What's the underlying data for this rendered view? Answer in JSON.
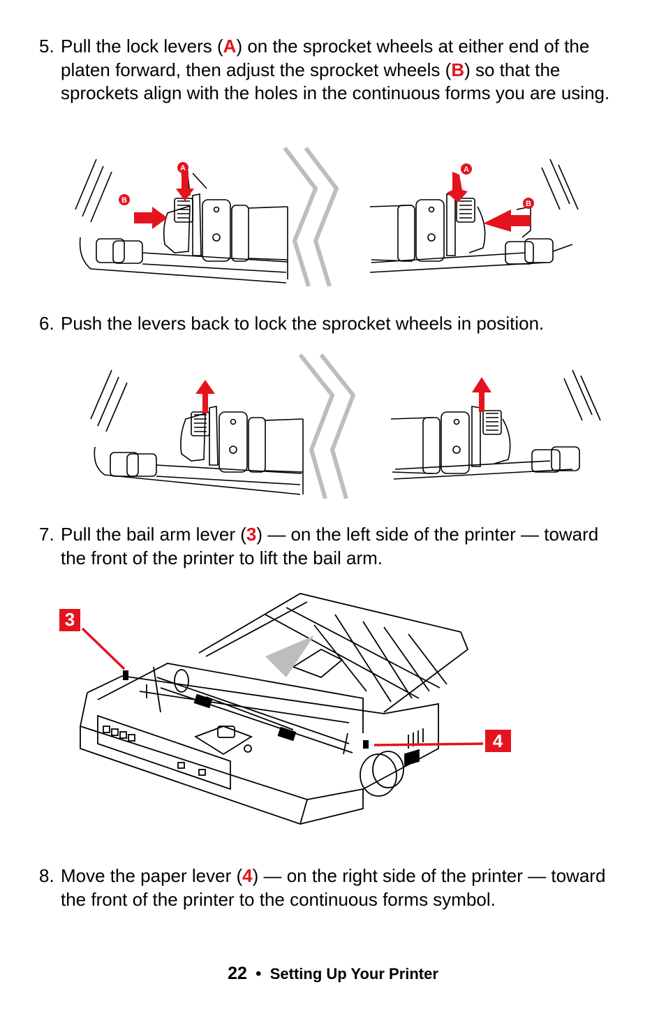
{
  "steps": [
    {
      "number": "5.",
      "parts": [
        "Pull the lock levers (",
        "A",
        ") on the sprocket wheels at either end of the platen forward, then adjust the sprocket wheels (",
        "B",
        ") so that the sprockets align with the holes in the continuous forms you are using."
      ]
    },
    {
      "number": "6.",
      "text": "Push the levers back to lock the sprocket wheels in position."
    },
    {
      "number": "7.",
      "parts": [
        "Pull the bail arm lever (",
        "3",
        ") — on the left side of the printer — toward the front of the printer to lift the bail arm."
      ]
    },
    {
      "number": "8.",
      "parts": [
        "Move the paper lever (",
        "4",
        ") — on the right side of the printer — toward the front of the printer to the continuous forms symbol."
      ]
    }
  ],
  "figure1": {
    "label_a": "A",
    "label_b": "B"
  },
  "figure3": {
    "callout_left": "3",
    "callout_right": "4"
  },
  "footer": {
    "page_number": "22",
    "bullet": "•",
    "section": "Setting Up Your Printer"
  },
  "colors": {
    "accent_red": "#e3141e",
    "break_gray": "#bdbdbd"
  }
}
